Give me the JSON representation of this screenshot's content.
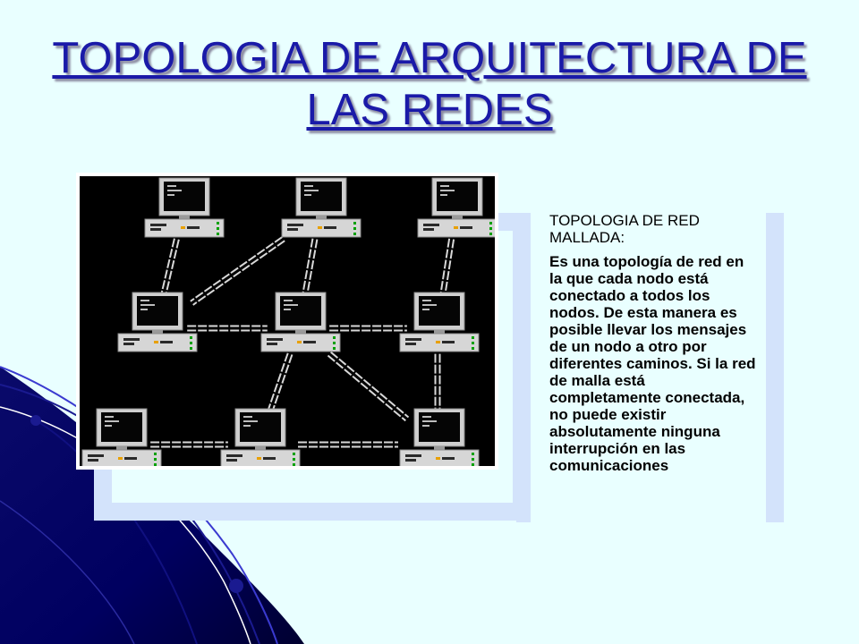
{
  "title": "TOPOLOGIA DE ARQUITECTURA DE LAS REDES",
  "side": {
    "heading": "TOPOLOGIA DE RED MALLADA:",
    "body": "Es una topología de red en la que cada nodo está conectado a todos los nodos. De esta manera es posible llevar los mensajes de un nodo a otro por diferentes caminos. Si la red de malla está completamente conectada, no puede existir absolutamente ninguna interrupción en las comunicaciones"
  },
  "colors": {
    "background": "#e9ffff",
    "title": "#1a1aa8",
    "accent_dark": "#000080",
    "frame": "#d3e3fb"
  },
  "diagram": {
    "nodes": [
      "computer-1",
      "computer-2",
      "computer-3",
      "computer-4",
      "computer-5",
      "computer-6",
      "computer-7",
      "computer-8",
      "computer-9"
    ],
    "links": [
      [
        "computer-1",
        "computer-4"
      ],
      [
        "computer-2",
        "computer-4"
      ],
      [
        "computer-2",
        "computer-5"
      ],
      [
        "computer-3",
        "computer-6"
      ],
      [
        "computer-4",
        "computer-5"
      ],
      [
        "computer-5",
        "computer-6"
      ],
      [
        "computer-5",
        "computer-8"
      ],
      [
        "computer-5",
        "computer-9"
      ],
      [
        "computer-6",
        "computer-9"
      ],
      [
        "computer-7",
        "computer-8"
      ],
      [
        "computer-8",
        "computer-9"
      ]
    ]
  }
}
